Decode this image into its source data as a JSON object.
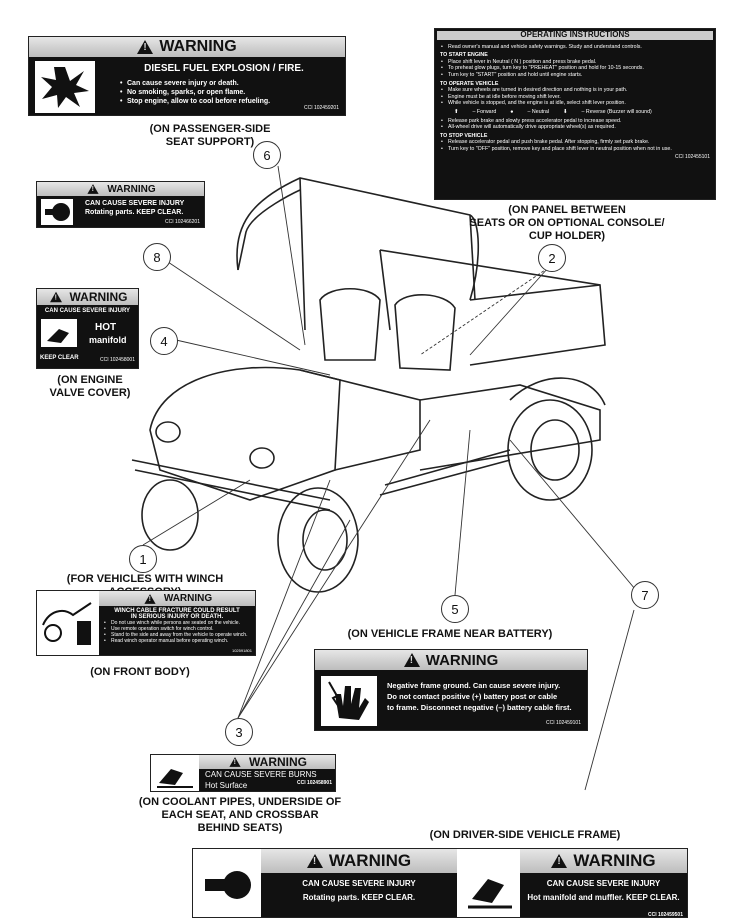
{
  "warning_word": "WARNING",
  "fuel_label": {
    "subtitle": "DIESEL FUEL EXPLOSION / FIRE.",
    "bullets": [
      "Can cause severe injury or death.",
      "No smoking, sparks, or open flame.",
      "Stop engine, allow to cool before refueling."
    ],
    "code": "CCI 102459201"
  },
  "cap_passenger": [
    "(ON PASSENGER-SIDE",
    "SEAT SUPPORT)"
  ],
  "operating": {
    "title": "OPERATING INSTRUCTIONS",
    "intro": "Read owner's manual and vehicle safety warnings. Study and understand controls.",
    "h_start": "TO START ENGINE",
    "start": [
      "Place shift lever in Neutral ( N ) position and press brake pedal.",
      "To preheat glow plugs, turn key to \"PREHEAT\" position and hold for 10-15 seconds.",
      "Turn key to \"START\" position and hold until engine starts."
    ],
    "h_operate": "TO OPERATE VEHICLE",
    "operate": [
      "Make sure wheels are turned in desired direction and nothing is in your path.",
      "Engine must be at idle before moving shift lever.",
      "While vehicle is stopped, and the engine is at idle, select shift lever position."
    ],
    "shift": [
      "– Forward",
      "– Neutral",
      "– Reverse (Buzzer will sound)"
    ],
    "operate2": [
      "Release park brake and slowly press accelerator pedal to increase speed.",
      "All-wheel drive will automatically drive appropriate wheel(s) as required."
    ],
    "h_stop": "TO STOP VEHICLE",
    "stop": [
      "Release accelerator pedal and push brake pedal. After stopping, firmly set park brake.",
      "Turn key to \"OFF\" position, remove key and place shift lever in neutral position when not in use."
    ],
    "code": "CCI 102455101"
  },
  "cap_panel": [
    "(ON PANEL BETWEEN",
    "SEATS OR ON OPTIONAL CONSOLE/",
    "CUP HOLDER)"
  ],
  "rotating_small": {
    "line1": "CAN CAUSE SEVERE INJURY",
    "line2": "Rotating parts. KEEP CLEAR.",
    "code": "CCI 102466201"
  },
  "manifold": {
    "line1": "CAN CAUSE SEVERE INJURY",
    "hot": "HOT",
    "manifold": "manifold",
    "keep": "KEEP CLEAR",
    "code": "CCI 102458001"
  },
  "cap_engine": [
    "(ON ENGINE",
    "VALVE COVER)"
  ],
  "cap_winch": "(FOR VEHICLES WITH WINCH ACCESSORY)",
  "winch": {
    "line1": "WINCH CABLE FRACTURE COULD RESULT",
    "line2": "IN SERIOUS INJURY OR DEATH.",
    "bullets": [
      "Do not use winch while persons are seated on the vehicle.",
      "Use remote operation switch for winch control.",
      "Stand to the side and away from the vehicle to operate winch.",
      "Read winch operator manual before operating winch."
    ],
    "code": "102591801"
  },
  "cap_front": "(ON FRONT BODY)",
  "cap_frame": "(ON VEHICLE FRAME NEAR BATTERY)",
  "battery": {
    "lines": [
      "Negative frame ground.  Can cause severe injury.",
      "Do not contact positive (+) battery post or cable",
      "to frame. Disconnect negative (–) battery cable first."
    ],
    "code": "CCI 102459101"
  },
  "burns": {
    "line1": "CAN CAUSE SEVERE BURNS",
    "line2": "Hot Surface",
    "code": "CCI 102458901"
  },
  "cap_coolant": [
    "(ON COOLANT PIPES, UNDERSIDE OF",
    "EACH SEAT, AND CROSSBAR",
    "BEHIND SEATS)"
  ],
  "cap_driver": "(ON DRIVER-SIDE VEHICLE FRAME)",
  "bottom_left": {
    "line1": "CAN CAUSE SEVERE INJURY",
    "line2": "Rotating parts. KEEP CLEAR."
  },
  "bottom_right": {
    "line1": "CAN CAUSE SEVERE INJURY",
    "line2": "Hot manifold and muffler. KEEP CLEAR.",
    "code": "CCI 102459501"
  },
  "callouts": [
    "1",
    "2",
    "3",
    "4",
    "5",
    "6",
    "7",
    "8"
  ]
}
